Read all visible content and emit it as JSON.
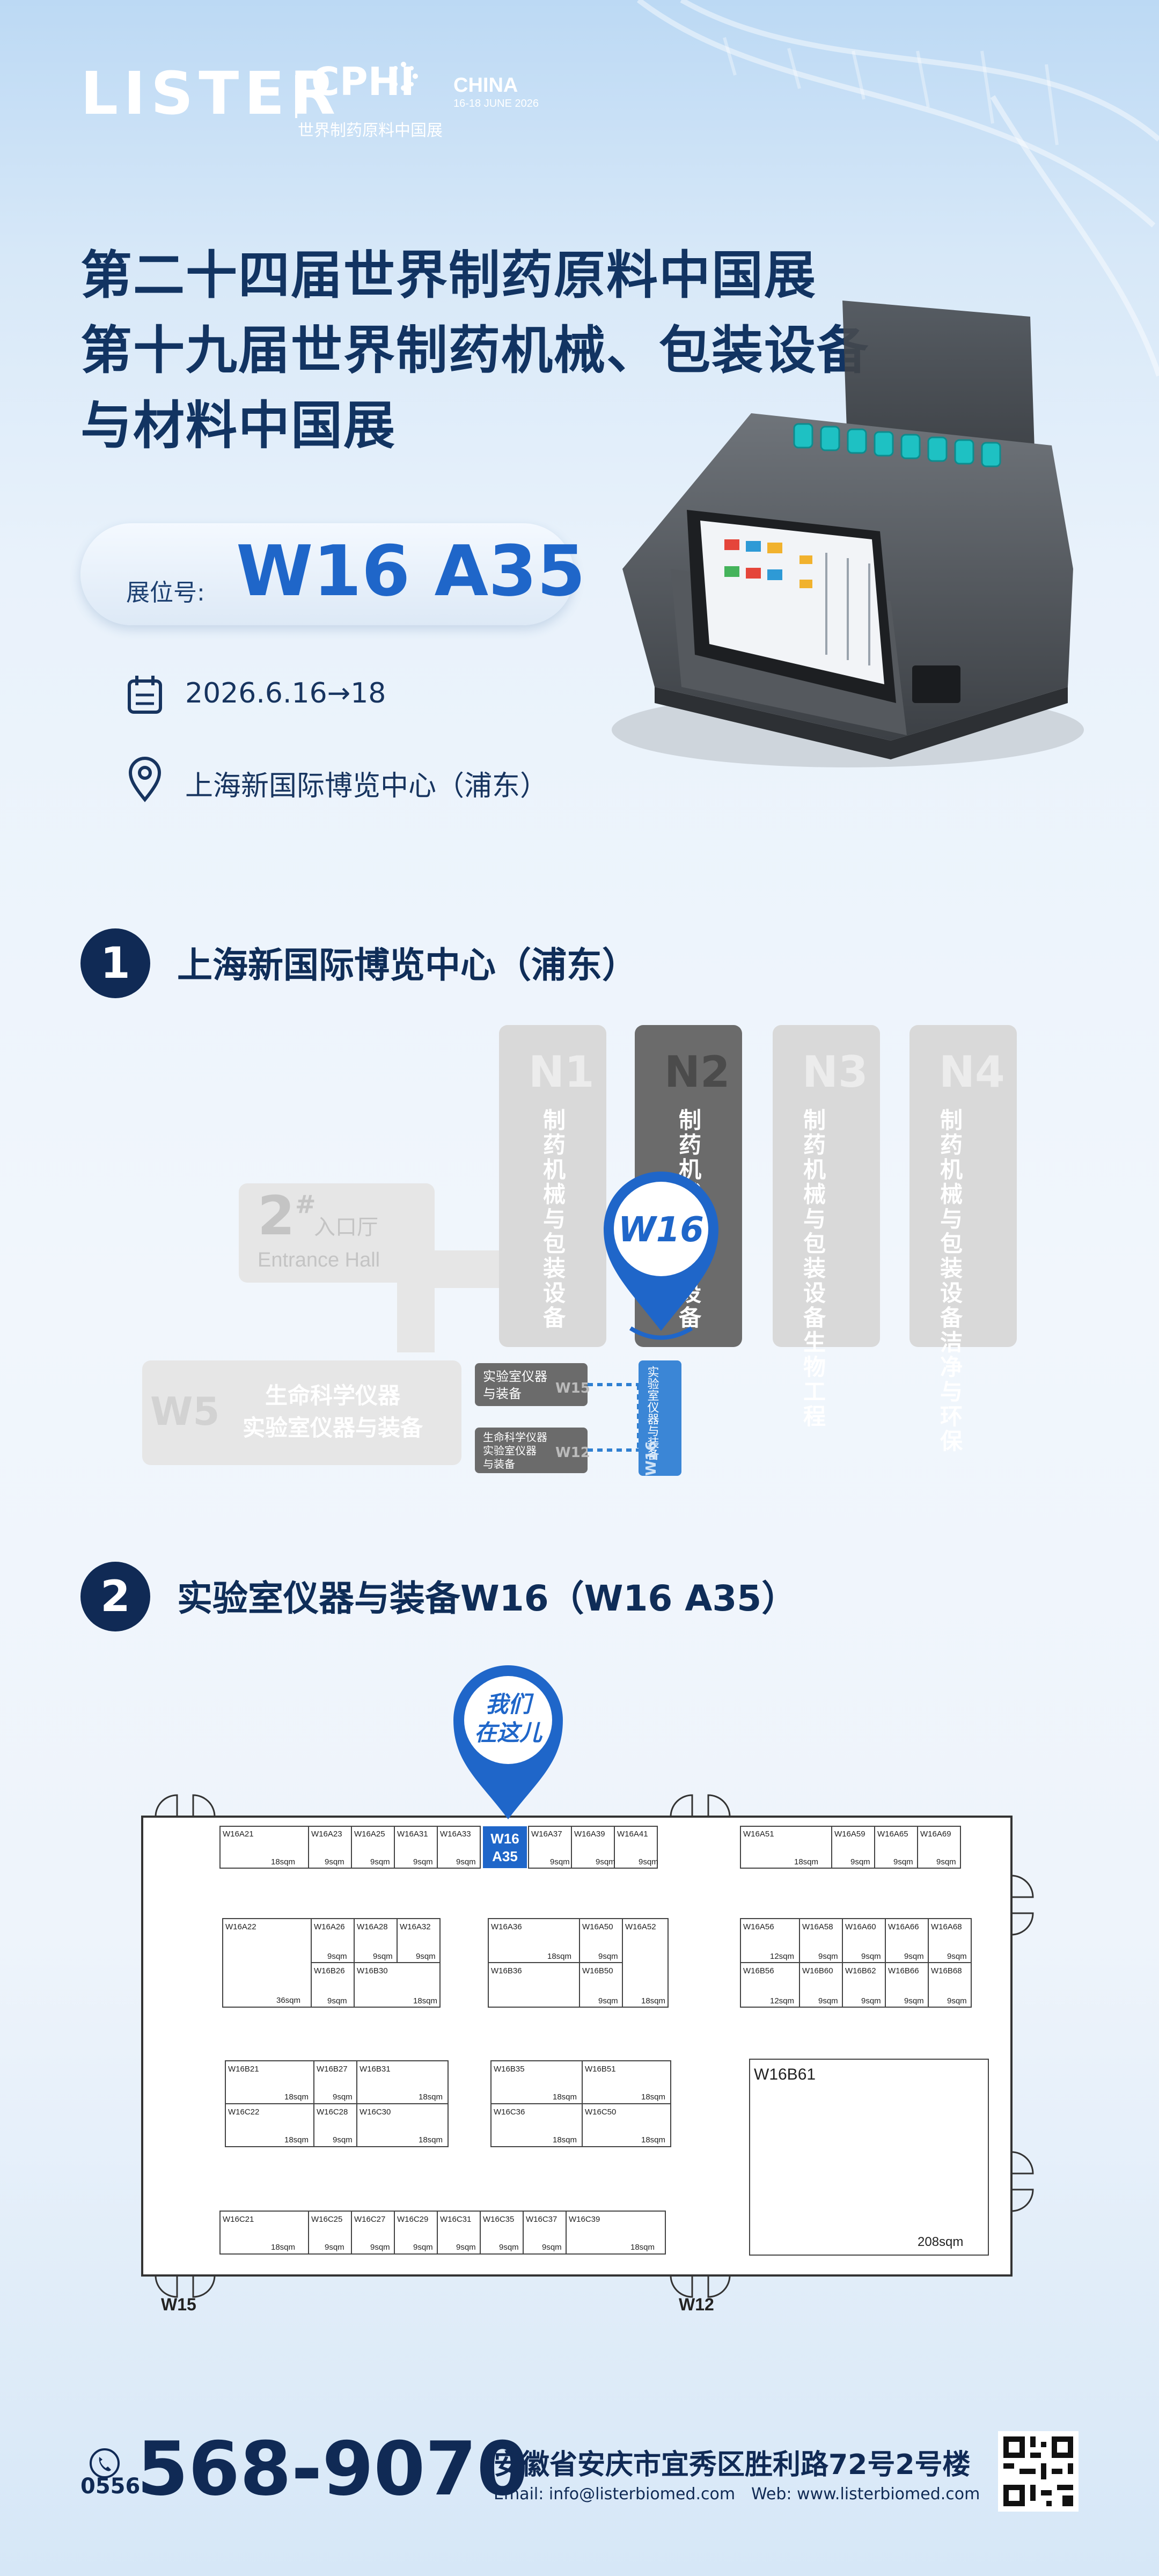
{
  "header": {
    "logo": "LISTER",
    "cphi": "CPHI",
    "china": "CHINA",
    "date_line": "16-18 JUNE 2026",
    "cphi_subtitle": "世界制药原料中国展"
  },
  "titles": [
    "第二十四届世界制药原料中国展",
    "第十九届世界制药机械、包装设备",
    "与材料中国展"
  ],
  "booth": {
    "label": "展位号:",
    "number": "W16 A35"
  },
  "event": {
    "date": "2026.6.16→18",
    "venue": "上海新国际博览中心（浦东）"
  },
  "section1": {
    "num": "1",
    "title": "上海新国际博览中心（浦东）",
    "halls": [
      {
        "id": "N1",
        "text": "制药机械与包装设备"
      },
      {
        "id": "N2",
        "text": "制药机械与包装设备"
      },
      {
        "id": "N3",
        "text": "制药机械与包装设备生物工程"
      },
      {
        "id": "N4",
        "text": "制药机械与包装设备洁净与环保"
      }
    ],
    "entrance": {
      "num": "2",
      "sup": "#",
      "cn": "入口厅",
      "en": "Entrance Hall"
    },
    "w5": {
      "id": "W5",
      "line1": "生命科学仪器",
      "line2": "实验室仪器与装备"
    },
    "w15": {
      "id": "W15",
      "line1": "实验室仪器",
      "line2": "与装备"
    },
    "w12": {
      "id": "W12",
      "line1": "生命科学仪器",
      "line2": "实验室仪器",
      "line3": "与装备"
    },
    "w16": {
      "id": "W16",
      "text": "实验室仪器与装备"
    },
    "pin": "W16"
  },
  "section2": {
    "num": "2",
    "title": "实验室仪器与装备W16（W16 A35）",
    "pin": [
      "我们",
      "在这儿"
    ],
    "highlight": {
      "line1": "W16",
      "line2": "A35"
    },
    "row1": [
      "W16A21",
      "W16A23",
      "W16A25",
      "W16A31",
      "W16A33",
      "W16A37",
      "W16A39",
      "W16A41"
    ],
    "row1_sizes": [
      "18sqm",
      "9sqm",
      "9sqm",
      "9sqm",
      "9sqm",
      "9sqm",
      "9sqm",
      "9sqm"
    ],
    "row1_right": {
      "ids": [
        "W16A51",
        "W16A59",
        "W16A65",
        "W16A69"
      ],
      "sizes": [
        "18sqm",
        "9sqm",
        "9sqm",
        "9sqm"
      ]
    },
    "block_a22": {
      "ids": [
        "W16A22",
        "W16A26",
        "W16A28",
        "W16A32",
        "W16B26",
        "W16B30"
      ],
      "sizes": [
        "36sqm",
        "9sqm",
        "9sqm",
        "9sqm",
        "9sqm",
        "18sqm"
      ]
    },
    "block_a36": {
      "ids": [
        "W16A36",
        "W16A50",
        "W16A52",
        "W16B36",
        "W16B50"
      ],
      "sizes": [
        "18sqm",
        "9sqm",
        "18sqm",
        "9sqm"
      ]
    },
    "block_a56": {
      "ids": [
        "W16A56",
        "W16A58",
        "W16A60",
        "W16A66",
        "W16A68",
        "W16B56",
        "W16B60",
        "W16B62",
        "W16B66",
        "W16B68"
      ],
      "sizes": [
        "12sqm",
        "9sqm",
        "9sqm",
        "9sqm",
        "9sqm",
        "12sqm",
        "9sqm",
        "9sqm",
        "9sqm",
        "9sqm"
      ]
    },
    "block_b21": {
      "ids": [
        "W16B21",
        "W16B27",
        "W16B31",
        "W16C22",
        "W16C28",
        "W16C30"
      ],
      "sizes": [
        "18sqm",
        "9sqm",
        "18sqm",
        "18sqm",
        "9sqm",
        "18sqm"
      ]
    },
    "block_b35": {
      "ids": [
        "W16B35",
        "W16B51",
        "W16C36",
        "W16C50"
      ],
      "sizes": [
        "18sqm",
        "18sqm",
        "18sqm",
        "18sqm"
      ]
    },
    "big": {
      "id": "W16B61",
      "size": "208sqm"
    },
    "bottom_row": {
      "ids": [
        "W16C21",
        "W16C25",
        "W16C27",
        "W16C29",
        "W16C31",
        "W16C35",
        "W16C37",
        "W16C39"
      ],
      "sizes": [
        "18sqm",
        "9sqm",
        "9sqm",
        "9sqm",
        "9sqm",
        "9sqm",
        "9sqm",
        "18sqm"
      ]
    },
    "doors": {
      "w15": "W15",
      "w12": "W12"
    }
  },
  "footer": {
    "area_code": "0556",
    "phone": "568-9070",
    "address": "安徽省安庆市宜秀区胜利路72号2号楼",
    "email": "Email: info@listerbiomed.com",
    "web": "Web: www.listerbiomed.com"
  },
  "colors": {
    "navy": "#102a55",
    "accent": "#1f66c9",
    "dark_hall": "#6b6b6b",
    "light_hall": "#d8d8d8"
  }
}
